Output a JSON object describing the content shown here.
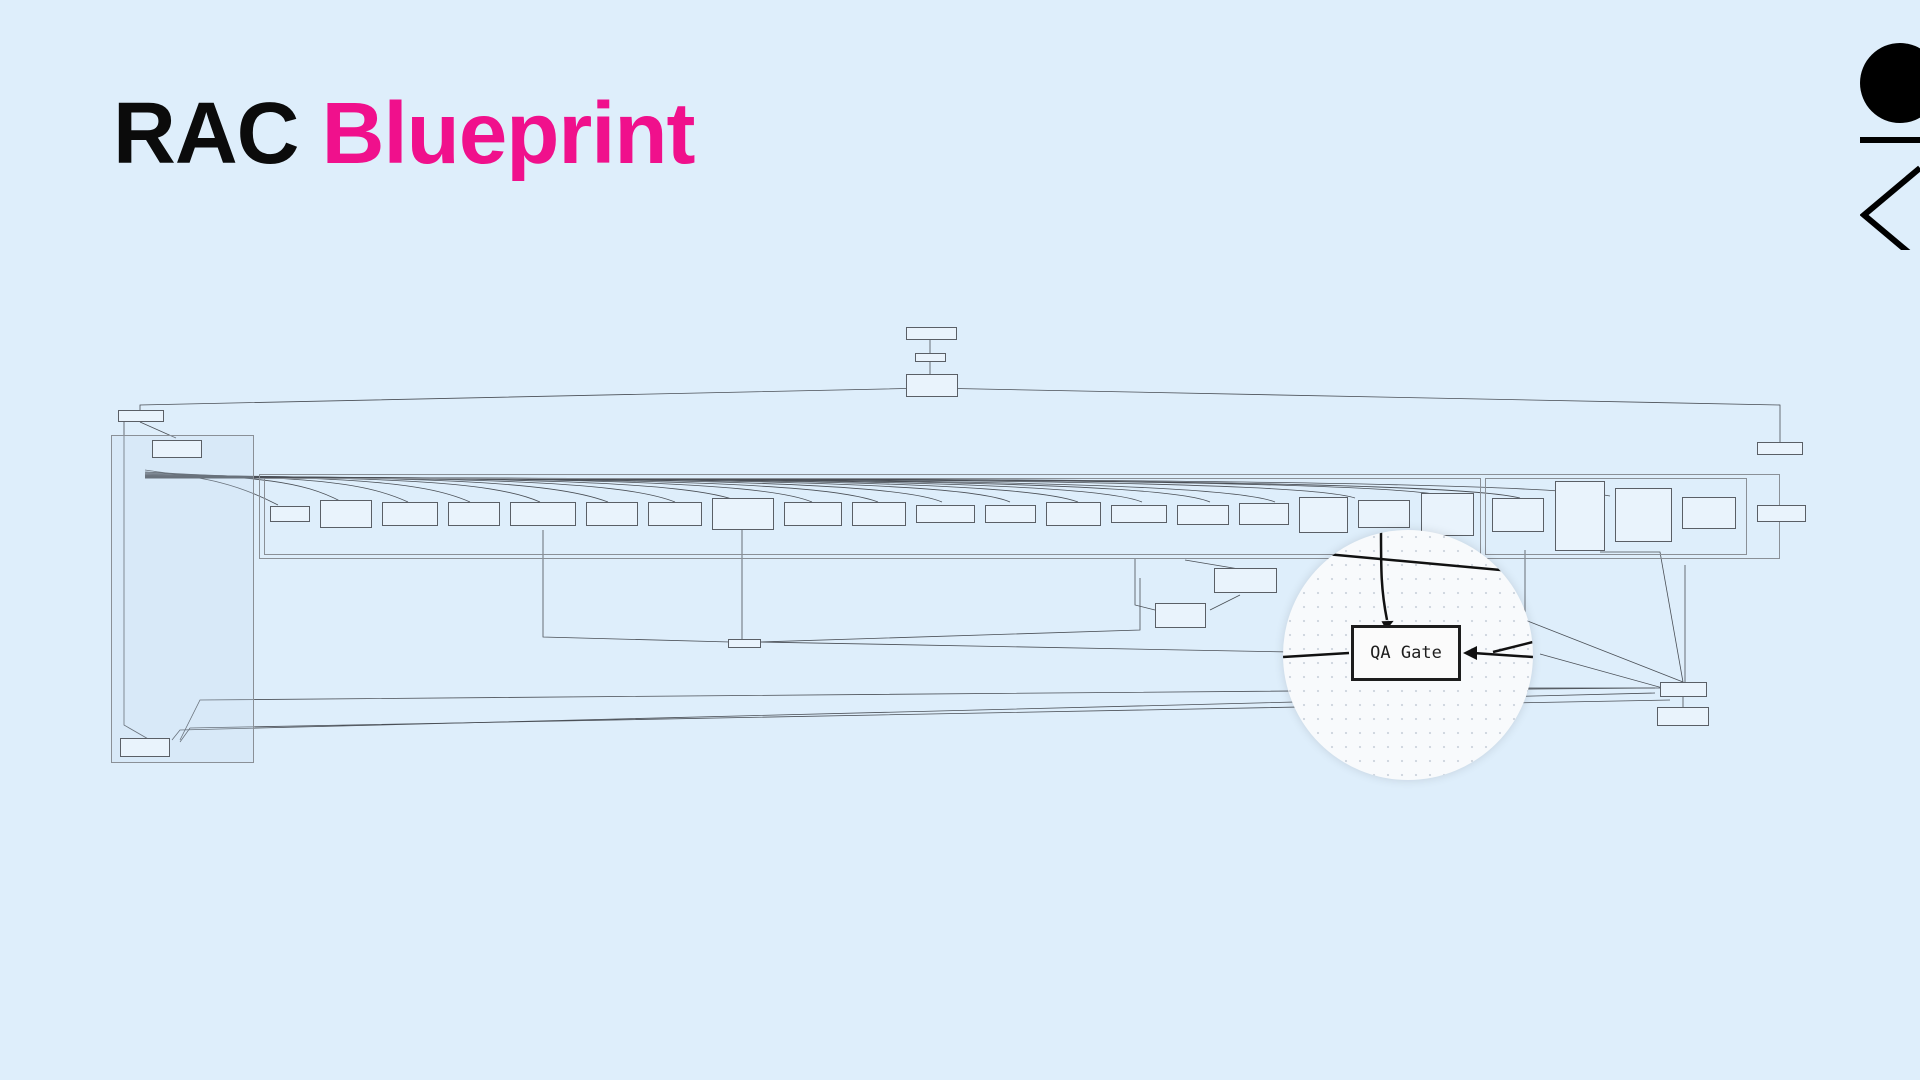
{
  "title": {
    "part1": "RAC",
    "part2": "Blueprint"
  },
  "colors": {
    "background": "#deeefb",
    "accent": "#f0108c",
    "ink": "#0b0b0b"
  },
  "magnifier": {
    "label": "QA Gate"
  }
}
